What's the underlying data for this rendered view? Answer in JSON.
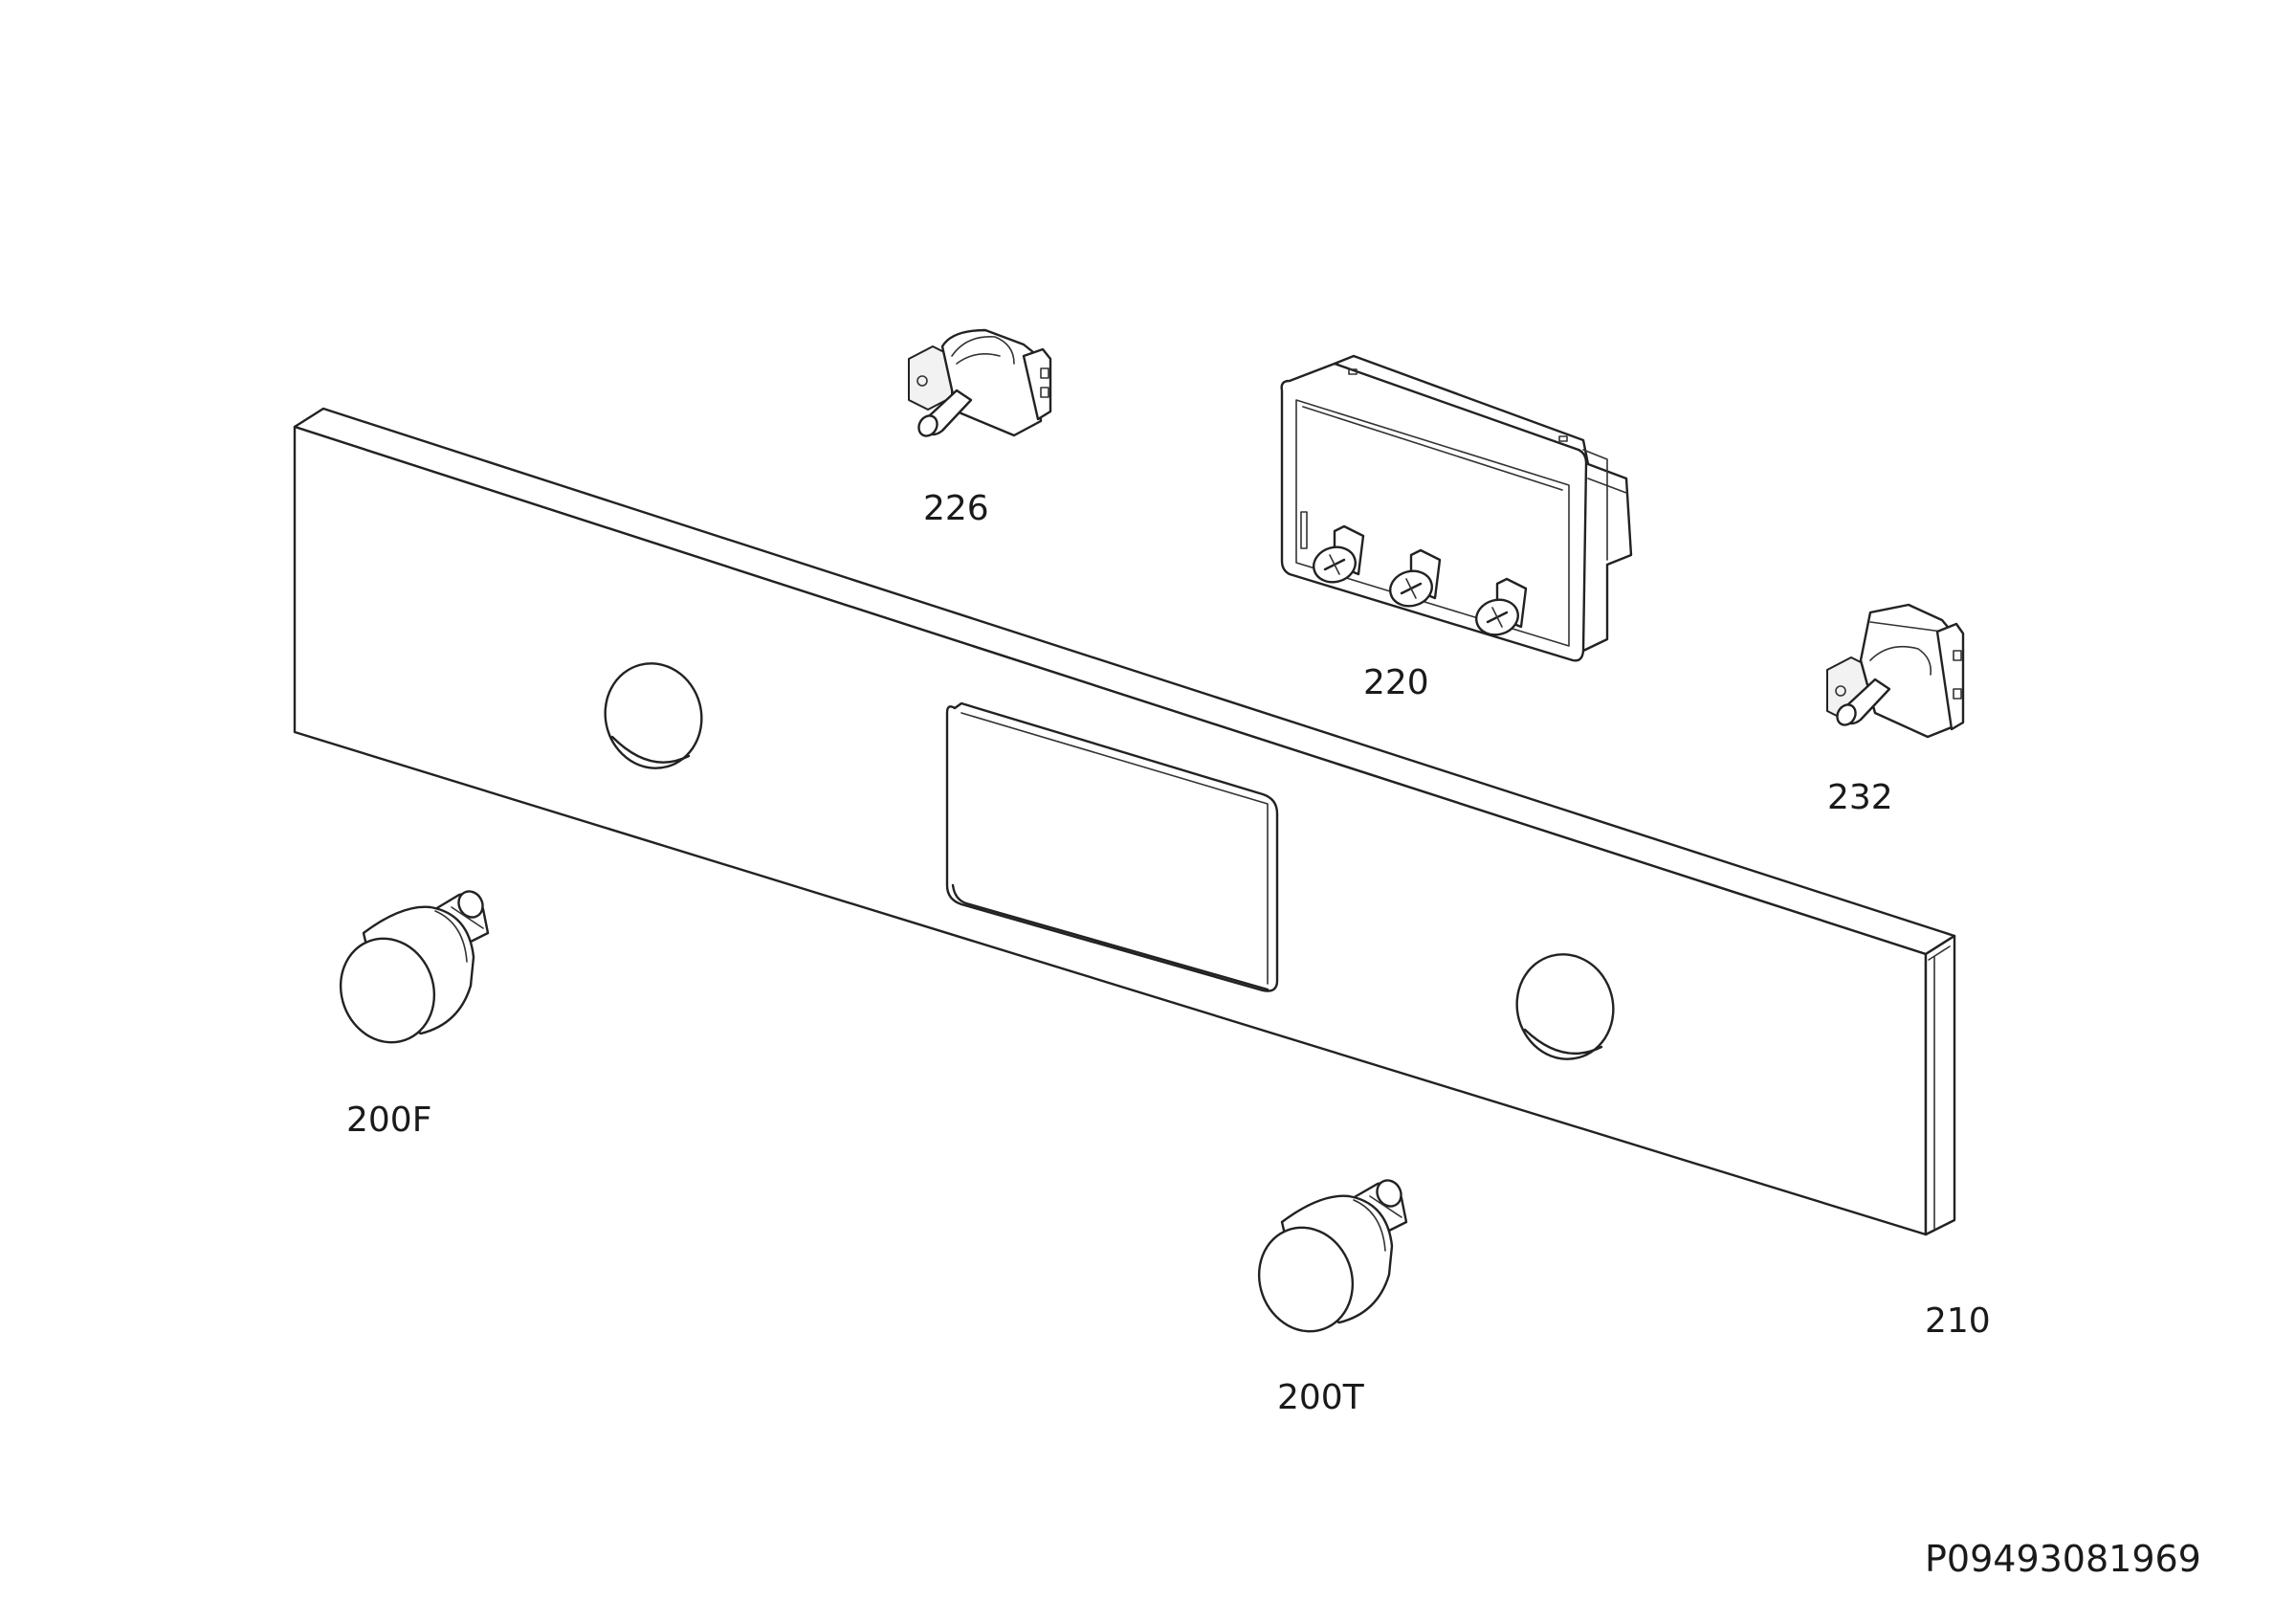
{
  "labels": {
    "part_200F": "200F",
    "part_200T": "200T",
    "part_210": "210",
    "part_220": "220",
    "part_226": "226",
    "part_232": "232"
  },
  "drawing_ref": "P09493081969",
  "colors": {
    "line": "#222222",
    "background": "#ffffff"
  }
}
